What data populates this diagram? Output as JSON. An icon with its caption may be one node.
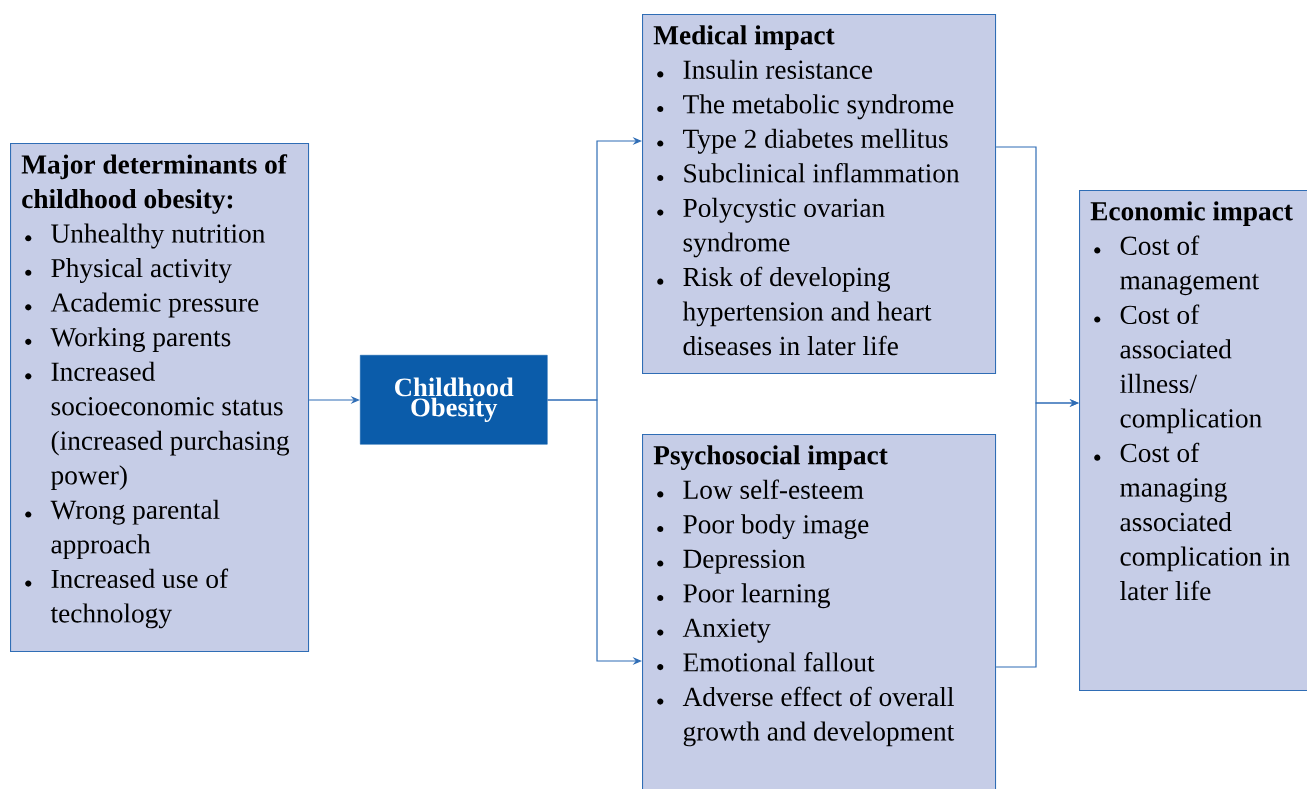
{
  "diagram": {
    "nodes": [
      {
        "text": [
          "Major determinants of childhood obesity:",
          "Unhealthy nutrition",
          "Physical activity",
          "Academic pressure",
          "Working parents",
          "Increased socioeconomic status (increased purchasing power)",
          "Wrong parental approach",
          "Increased use of technology"
        ]
      },
      {
        "text": [
          "Childhood Obesity"
        ]
      },
      {
        "text": [
          "Medical impact",
          "Insulin resistance",
          "The metabolic syndrome",
          "Type 2 diabetes mellitus",
          "Subclinical inflammation",
          "Polycystic ovarian syndrome",
          "Risk of developing hypertension and heart diseases in later life"
        ]
      },
      {
        "text": [
          "Psychosocial impact",
          "Low self-esteem",
          "Poor body image",
          "Depression",
          "Poor learning",
          "Anxiety",
          "Emotional fallout",
          "Adverse effect of overall growth and development"
        ]
      },
      {
        "text": [
          "Economic impact",
          "Cost of management",
          "Cost of associated illness/ complication",
          "Cost of managing associated complication in later life"
        ]
      }
    ],
    "edges": [
      {
        "from": 0,
        "to": 1,
        "arrow": "to"
      },
      {
        "from": 1,
        "to": 2,
        "arrow": "to"
      },
      {
        "from": 1,
        "to": 3,
        "arrow": "to"
      },
      {
        "from": 2,
        "to": 4,
        "arrow": "to"
      },
      {
        "from": 3,
        "to": 4,
        "arrow": "to"
      }
    ]
  }
}
